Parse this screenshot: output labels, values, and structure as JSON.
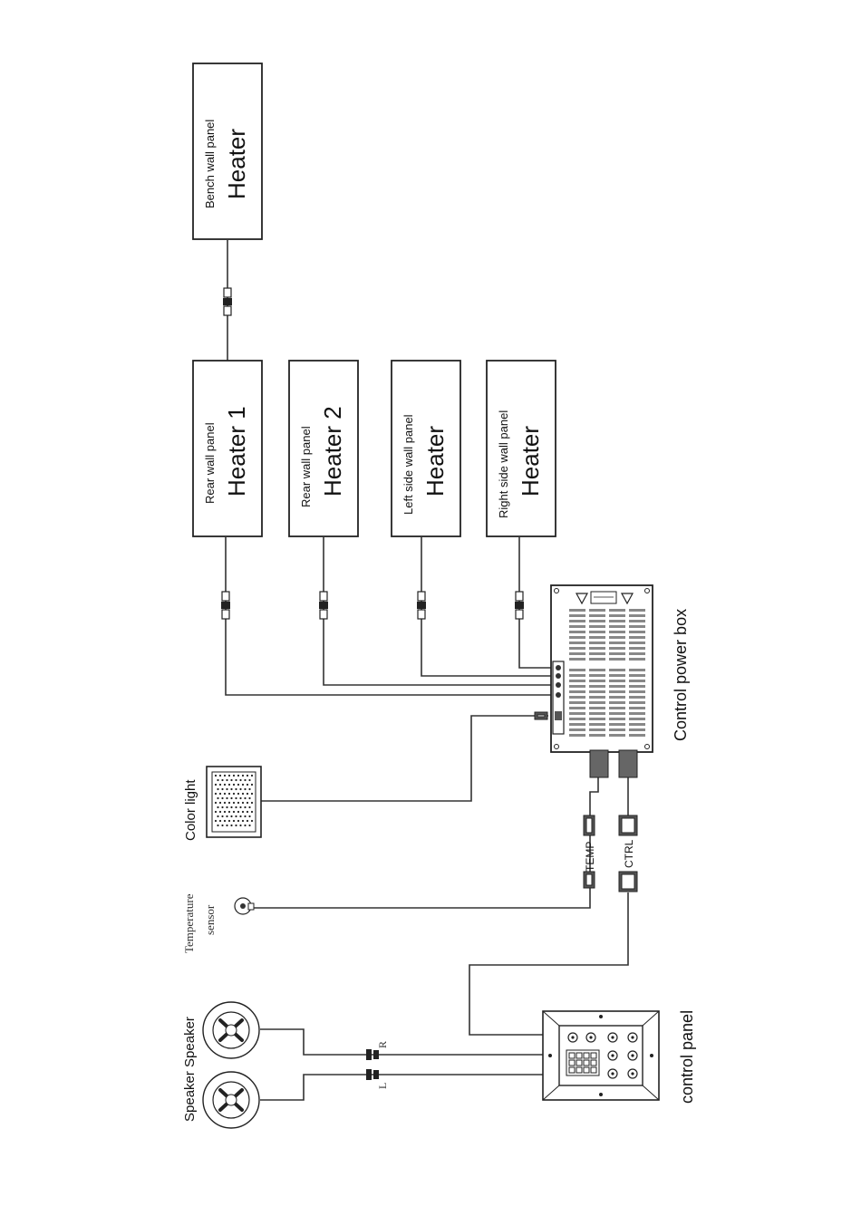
{
  "heaters": [
    {
      "subtitle": "Bench wall panel",
      "title": "Heater"
    },
    {
      "subtitle": "Rear wall panel",
      "title": "Heater 1"
    },
    {
      "subtitle": "Rear wall panel",
      "title": "Heater 2"
    },
    {
      "subtitle": "Left side wall panel",
      "title": "Heater"
    },
    {
      "subtitle": "Right side wall panel",
      "title": "Heater"
    }
  ],
  "labels": {
    "control_power_box": "Control power box",
    "control_panel": "control panel",
    "color_light": "Color  light",
    "temperature_sensor_1": "Temperature",
    "temperature_sensor_2": "sensor",
    "speaker": "Speaker Speaker",
    "temp_connector": "TEMP",
    "ctrl_connector": "CTRL",
    "left_channel": "L",
    "right_channel": "R"
  }
}
